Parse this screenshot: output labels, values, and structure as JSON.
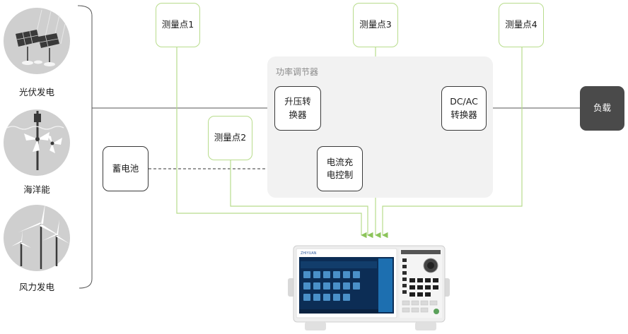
{
  "sources": [
    {
      "label": "光伏发电",
      "icon": "solar-panel-icon"
    },
    {
      "label": "海洋能",
      "icon": "ocean-turbine-icon"
    },
    {
      "label": "风力发电",
      "icon": "wind-turbine-icon"
    }
  ],
  "regulator_label": "功率调节器",
  "boost_converter": [
    "升压转",
    "换器"
  ],
  "dcac_converter": [
    "DC/AC",
    "转换器"
  ],
  "charge_controller": [
    "电流充",
    "电控制"
  ],
  "battery": "蓄电池",
  "load": "负载",
  "points": [
    "测量点1",
    "测量点2",
    "测量点3",
    "测量点4"
  ],
  "device_brand": "ZHIYUAN",
  "colors": {
    "accent_green": "#b8dc8c",
    "dark": "#3a3a3a",
    "load": "#4a4a4a",
    "screen": "#0c2d55"
  }
}
